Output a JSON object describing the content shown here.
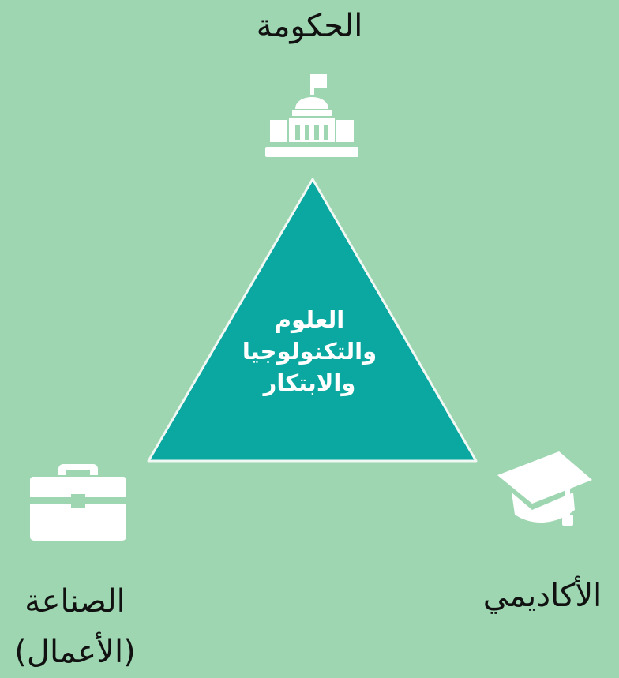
{
  "colors": {
    "background": "#9dd6b0",
    "triangle": "#0aa8a0",
    "triangle_border": "#f2f8f4",
    "icon": "#ffffff"
  },
  "nodes": {
    "government": {
      "label": "الحكومة",
      "icon": "capitol-building-icon"
    },
    "industry": {
      "line1": "الصناعة",
      "line2": "(الأعمال)",
      "icon": "briefcase-icon"
    },
    "academia": {
      "label": "الأكاديمي",
      "icon": "graduation-cap-icon"
    }
  },
  "center": {
    "line1": "العلوم",
    "line2": "والتكنولوجيا",
    "line3": "والابتكار"
  }
}
